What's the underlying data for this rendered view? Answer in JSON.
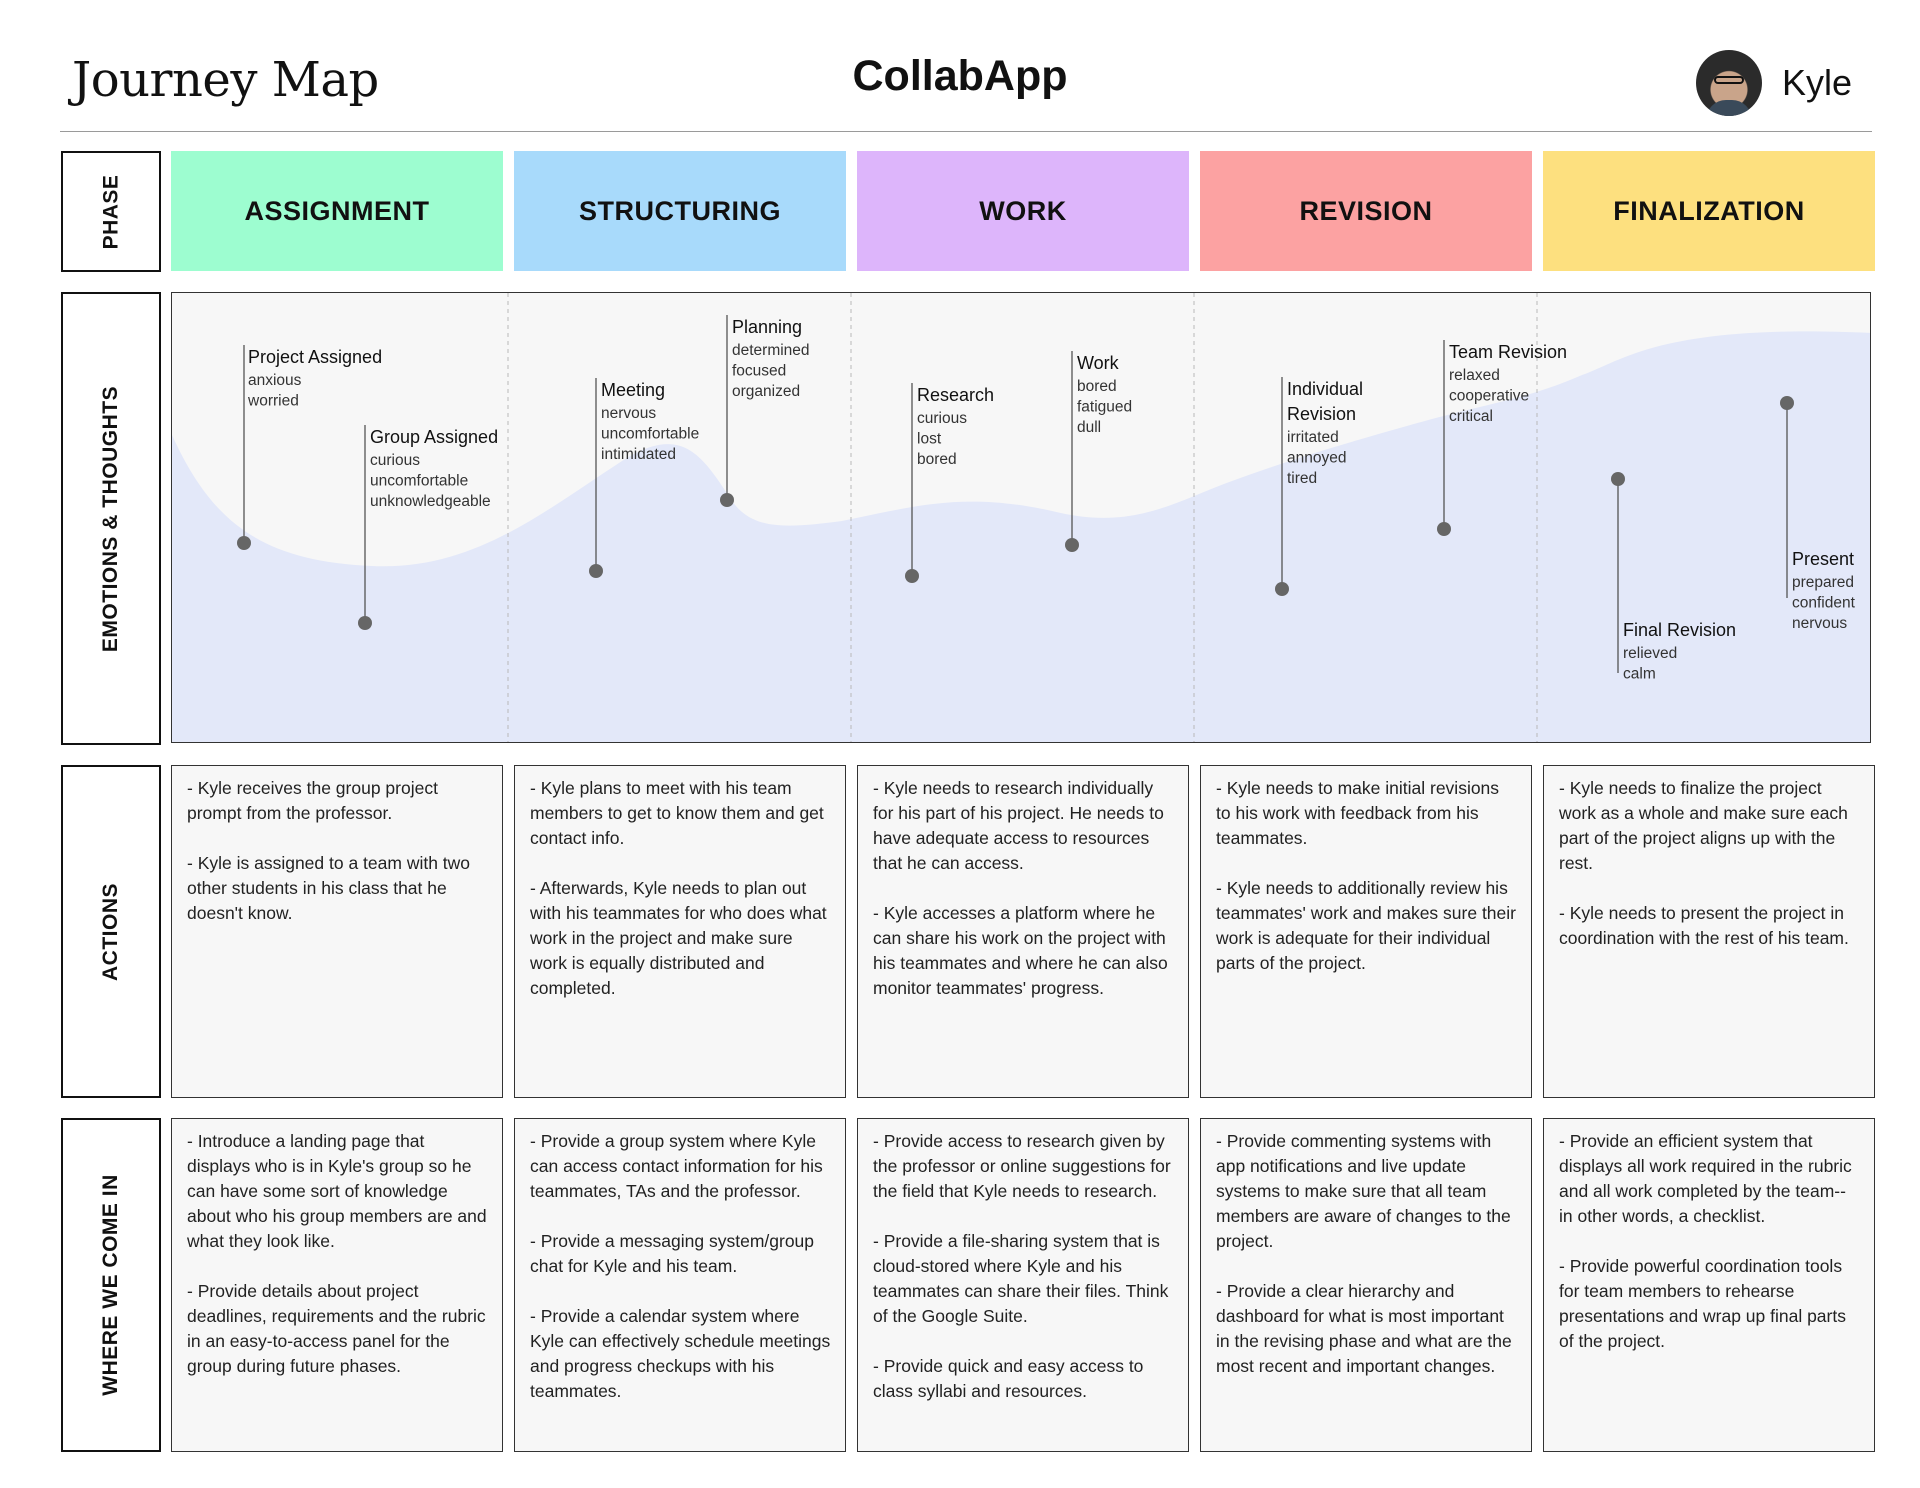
{
  "header": {
    "title": "Journey Map",
    "app_name": "CollabApp",
    "user_name": "Kyle",
    "avatar_icon": "user-avatar-photo"
  },
  "row_labels": {
    "phase": "PHASE",
    "emotions": "EMOTIONS & THOUGHTS",
    "actions": "ACTIONS",
    "where": "WHERE WE COME IN"
  },
  "phases": [
    {
      "label": "ASSIGNMENT",
      "color": "#9dfdd0"
    },
    {
      "label": "STRUCTURING",
      "color": "#a8dafb"
    },
    {
      "label": "WORK",
      "color": "#ddb5fb"
    },
    {
      "label": "REVISION",
      "color": "#fca2a2"
    },
    {
      "label": "FINALIZATION",
      "color": "#fde07f"
    }
  ],
  "emotions": [
    {
      "title": "Project Assigned",
      "feelings": [
        "anxious",
        "worried"
      ]
    },
    {
      "title": "Group Assigned",
      "feelings": [
        "curious",
        "uncomfortable",
        "unknowledgeable"
      ]
    },
    {
      "title": "Meeting",
      "feelings": [
        "nervous",
        "uncomfortable",
        "intimidated"
      ]
    },
    {
      "title": "Planning",
      "feelings": [
        "determined",
        "focused",
        "organized"
      ]
    },
    {
      "title": "Research",
      "feelings": [
        "curious",
        "lost",
        "bored"
      ]
    },
    {
      "title": "Work",
      "feelings": [
        "bored",
        "fatigued",
        "dull"
      ]
    },
    {
      "title": "Individual Revision",
      "feelings": [
        "irritated",
        "annoyed",
        "tired"
      ]
    },
    {
      "title": "Team Revision",
      "feelings": [
        "relaxed",
        "cooperative",
        "critical"
      ]
    },
    {
      "title": "Final Revision",
      "feelings": [
        "relieved",
        "calm"
      ]
    },
    {
      "title": "Present",
      "feelings": [
        "prepared",
        "confident",
        "nervous"
      ]
    }
  ],
  "actions": [
    [
      "- Kyle receives the group project prompt from the professor.",
      "- Kyle is assigned to a team with two other students in his class that he doesn't know."
    ],
    [
      "- Kyle plans to meet with his team members to get to know them and get contact info.",
      "- Afterwards, Kyle needs to plan out with his teammates for who does what work in the project and make sure work is equally distributed and completed."
    ],
    [
      "- Kyle needs to research individually for his part of his project. He needs to have adequate access to resources that he can access.",
      "- Kyle accesses a platform where he can share his work on the project with his teammates and where he can also monitor teammates' progress."
    ],
    [
      "- Kyle needs to make initial revisions to his work with feedback from his teammates.",
      "- Kyle needs to additionally review his teammates' work and makes sure their work is adequate for their individual parts of the project."
    ],
    [
      "- Kyle needs to finalize the project work as a whole and make sure each part of the project aligns up with the rest.",
      "- Kyle needs to present the project in coordination with the rest of his team."
    ]
  ],
  "where_we_come_in": [
    [
      "- Introduce a landing page that displays who is in Kyle's group so he can have some sort of knowledge about who his group members are and what they look like.",
      "- Provide details about project deadlines, requirements and the rubric in an easy-to-access panel for the group during future phases."
    ],
    [
      "- Provide a group system where Kyle can access contact information for his teammates, TAs and the professor.",
      "- Provide a messaging system/group chat for Kyle and his team.",
      "- Provide a calendar system where Kyle can effectively schedule meetings and progress checkups with his teammates."
    ],
    [
      "- Provide access to research given by the professor or online suggestions for the field that Kyle needs to research.",
      "- Provide a file-sharing system that is cloud-stored where Kyle and his teammates can share their files. Think of the Google Suite.",
      "- Provide quick and easy access to class syllabi and resources."
    ],
    [
      "- Provide commenting systems with app notifications and live update systems to make sure that all team members are aware of changes to the project.",
      "- Provide a clear hierarchy and dashboard for what is most important in the revising phase and what are the most recent and important changes."
    ],
    [
      "- Provide an efficient system that displays all work required in the rubric and all work completed by the team-- in other words, a checklist.",
      "- Provide powerful coordination tools for team members to rehearse presentations and wrap up final parts of the project."
    ]
  ]
}
